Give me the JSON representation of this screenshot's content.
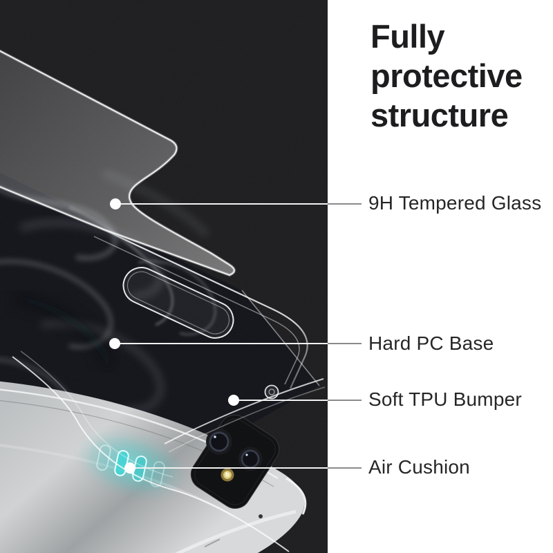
{
  "heading": {
    "text": "Fully protective structure"
  },
  "callouts": [
    {
      "id": "tempered-glass",
      "label": "9H Tempered Glass"
    },
    {
      "id": "hard-pc-base",
      "label": "Hard PC Base"
    },
    {
      "id": "soft-tpu-bumper",
      "label": "Soft TPU Bumper"
    },
    {
      "id": "air-cushion",
      "label": "Air Cushion"
    }
  ],
  "illustration": {
    "subject": "clear phone case exploded view with tempered glass, clear case and silver phone",
    "colors": {
      "dark_background": "#1b1b1d",
      "light_background": "#ffffff",
      "heading_text": "#1d1d1f",
      "label_text": "#262626",
      "leader_line_on_dark": "#f2f2f2",
      "leader_line_on_light": "#8a8a8a",
      "air_cushion_teal": "#3fd8d6",
      "camera_flash_yellow": "#e8d87f",
      "phone_silver": "#c0c3c5"
    }
  }
}
